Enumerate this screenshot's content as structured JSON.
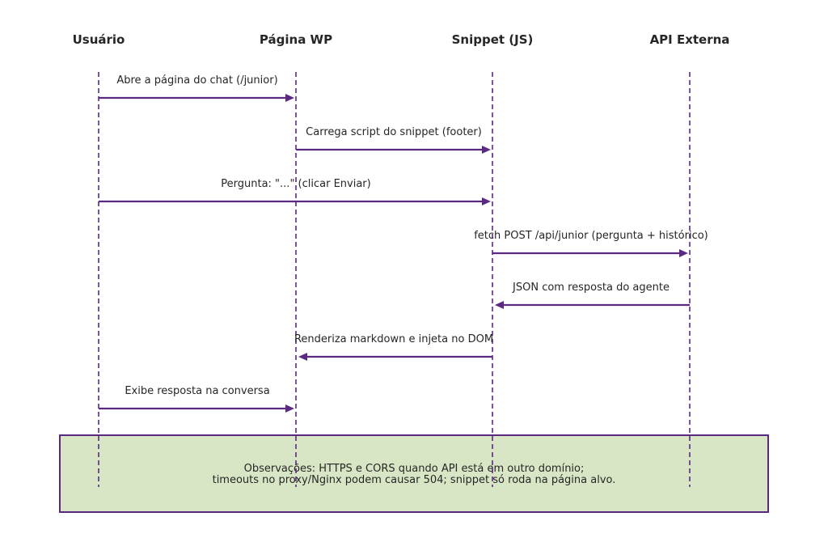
{
  "participants": [
    {
      "id": "user",
      "label": "Usuário"
    },
    {
      "id": "wp",
      "label": "Página WP"
    },
    {
      "id": "snippet",
      "label": "Snippet (JS)"
    },
    {
      "id": "api",
      "label": "API Externa"
    }
  ],
  "messages": [
    {
      "from": "user",
      "to": "wp",
      "label": "Abre a página do chat (/junior)"
    },
    {
      "from": "wp",
      "to": "snippet",
      "label": "Carrega script do snippet (footer)"
    },
    {
      "from": "user",
      "to": "snippet",
      "label": "Pergunta: \"...\" (clicar Enviar)"
    },
    {
      "from": "snippet",
      "to": "api",
      "label": "fetch POST /api/junior (pergunta + histórico)"
    },
    {
      "from": "api",
      "to": "snippet",
      "label": "JSON com resposta do agente"
    },
    {
      "from": "snippet",
      "to": "wp",
      "label": "Renderiza markdown e injeta no DOM"
    },
    {
      "from": "user",
      "to": "wp",
      "label": "Exibe resposta na conversa"
    }
  ],
  "note": {
    "lines": [
      "Observações: HTTPS e CORS quando API está em outro domínio;",
      "timeouts no proxy/Nginx podem causar 504; snippet só roda na página alvo."
    ]
  },
  "colors": {
    "line": "#5a2a83",
    "note_fill": "#d9e6c5",
    "text": "#262626"
  }
}
